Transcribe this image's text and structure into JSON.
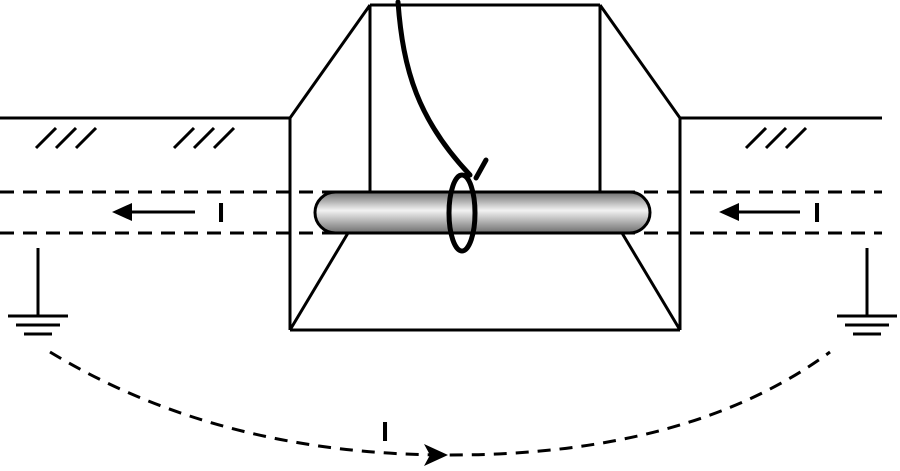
{
  "labels": {
    "current_left": "I",
    "current_right": "I",
    "current_return": "I"
  },
  "colors": {
    "stroke": "#000000",
    "background": "#ffffff",
    "pipe_dark": "#6f6f6f",
    "pipe_light": "#f2f2f2"
  },
  "icons": {
    "ground_left": "ground-symbol-icon",
    "ground_right": "ground-symbol-icon",
    "clamp": "current-clamp-loop-icon"
  }
}
